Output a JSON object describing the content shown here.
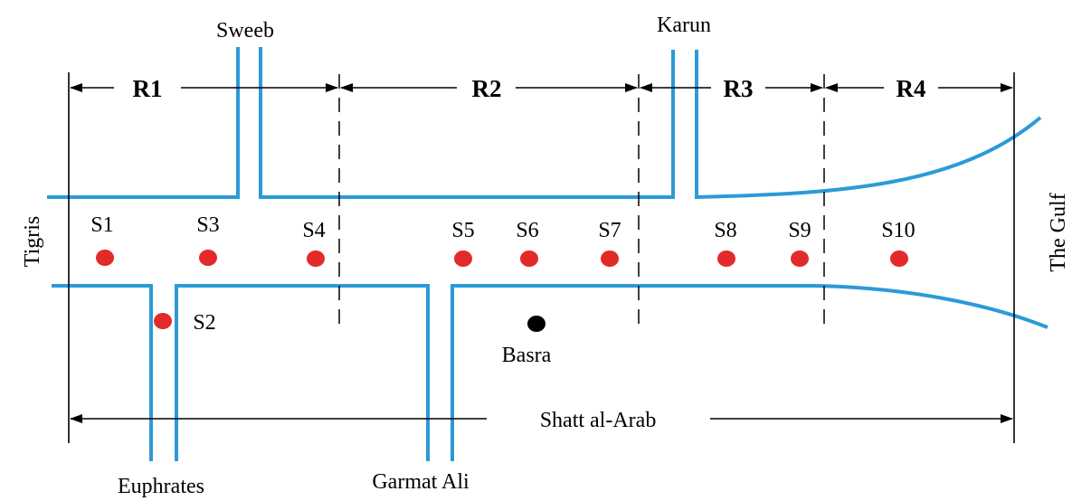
{
  "rivers": {
    "sweeb": "Sweeb",
    "karun": "Karun",
    "tigris": "Tigris",
    "euphrates": "Euphrates",
    "garmat_ali": "Garmat Ali",
    "shatt_al_arab": "Shatt al-Arab",
    "the_gulf": "The Gulf"
  },
  "city": {
    "basra": "Basra"
  },
  "reaches": [
    "R1",
    "R2",
    "R3",
    "R4"
  ],
  "stations": [
    "S1",
    "S2",
    "S3",
    "S4",
    "S5",
    "S6",
    "S7",
    "S8",
    "S9",
    "S10"
  ],
  "colors": {
    "river": "#2c9ad8",
    "station": "#e32a2a",
    "city": "#000000"
  }
}
